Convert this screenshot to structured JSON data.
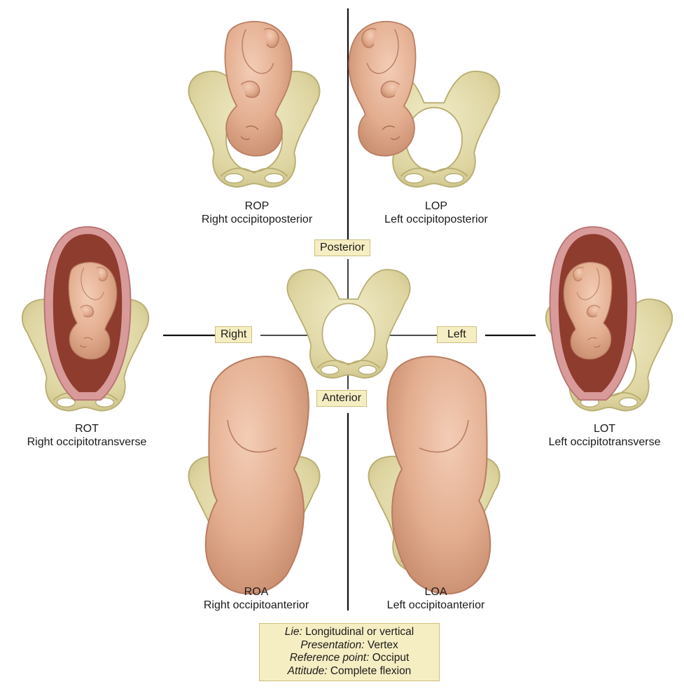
{
  "positions": {
    "rop": {
      "abbr": "ROP",
      "full": "Right occipitoposterior"
    },
    "lop": {
      "abbr": "LOP",
      "full": "Left occipitoposterior"
    },
    "rot": {
      "abbr": "ROT",
      "full": "Right occipitotransverse"
    },
    "lot": {
      "abbr": "LOT",
      "full": "Left occipitotransverse"
    },
    "roa": {
      "abbr": "ROA",
      "full": "Right occipitoanterior"
    },
    "loa": {
      "abbr": "LOA",
      "full": "Left occipitoanterior"
    }
  },
  "axis_labels": {
    "posterior": "Posterior",
    "anterior": "Anterior",
    "right": "Right",
    "left": "Left"
  },
  "legend": {
    "lie_label": "Lie:",
    "lie_value": "Longitudinal or vertical",
    "presentation_label": "Presentation:",
    "presentation_value": "Vertex",
    "reference_label": "Reference point:",
    "reference_value": "Occiput",
    "attitude_label": "Attitude:",
    "attitude_value": "Complete flexion"
  },
  "colors": {
    "pelvis_bone": "#e3dcaa",
    "pelvis_outline": "#b9ae72",
    "fetal_skin": "#e7b497",
    "fetal_outline": "#b87d62",
    "uterus_wall": "#d99a9a",
    "uterus_cavity": "#8e3c2e",
    "label_bg": "#f6eec3"
  }
}
